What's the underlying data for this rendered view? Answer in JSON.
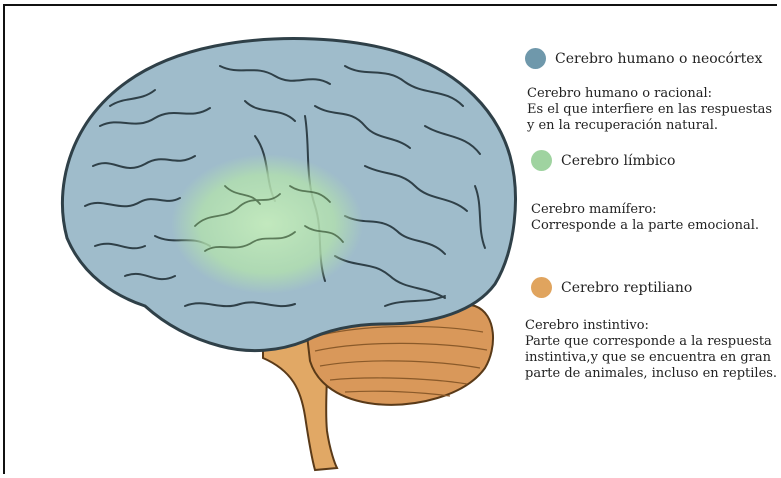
{
  "legend": [
    {
      "id": "neocortex",
      "label": "Cerebro humano o neocórtex",
      "color": "#6f98ab"
    },
    {
      "id": "limbic",
      "label": "Cerebro límbico",
      "color": "#9fd3a0"
    },
    {
      "id": "reptilian",
      "label": "Cerebro reptiliano",
      "color": "#e0a45e"
    }
  ],
  "descriptions": [
    {
      "id": "neocortex",
      "lines": [
        "Cerebro humano o racional:",
        "Es el que interfiere en las respuestas",
        "y en la recuperación natural."
      ]
    },
    {
      "id": "limbic",
      "lines": [
        "Cerebro mamífero:",
        "Corresponde a la parte emocional."
      ]
    },
    {
      "id": "reptilian",
      "lines": [
        "Cerebro instintivo:",
        "Parte que corresponde a la respuesta",
        "instintiva,y que se encuentra en gran",
        "parte de animales, incluso en reptiles."
      ]
    }
  ],
  "colors": {
    "cortex_fill": "#9fbccb",
    "cortex_stroke": "#2f4048",
    "limbic_glow": "#b9e3b6",
    "cerebellum": "#d9985a",
    "brainstem": "#e1a865"
  }
}
